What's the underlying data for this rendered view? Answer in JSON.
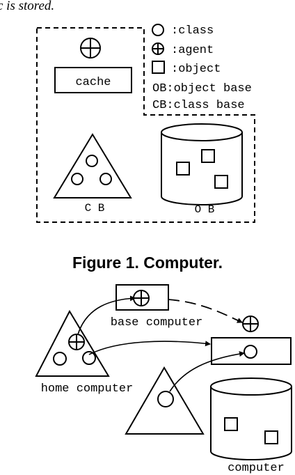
{
  "top_snippet": "c is stored.",
  "legend": {
    "class": ":class",
    "agent": ":agent",
    "object": ":object",
    "ob": "OB:object base",
    "cb": "CB:class base"
  },
  "figure1": {
    "cache_label": "cache",
    "cb_label": "C B",
    "ob_label": "O B",
    "caption": "Figure 1. Computer."
  },
  "figure2": {
    "base_computer": "base computer",
    "home_computer": "home computer",
    "computer": "computer"
  },
  "colors": {
    "stroke": "#000000",
    "background": "#ffffff"
  },
  "icons": {
    "class": "circle-icon",
    "agent": "circled-plus-icon",
    "object": "square-icon"
  }
}
